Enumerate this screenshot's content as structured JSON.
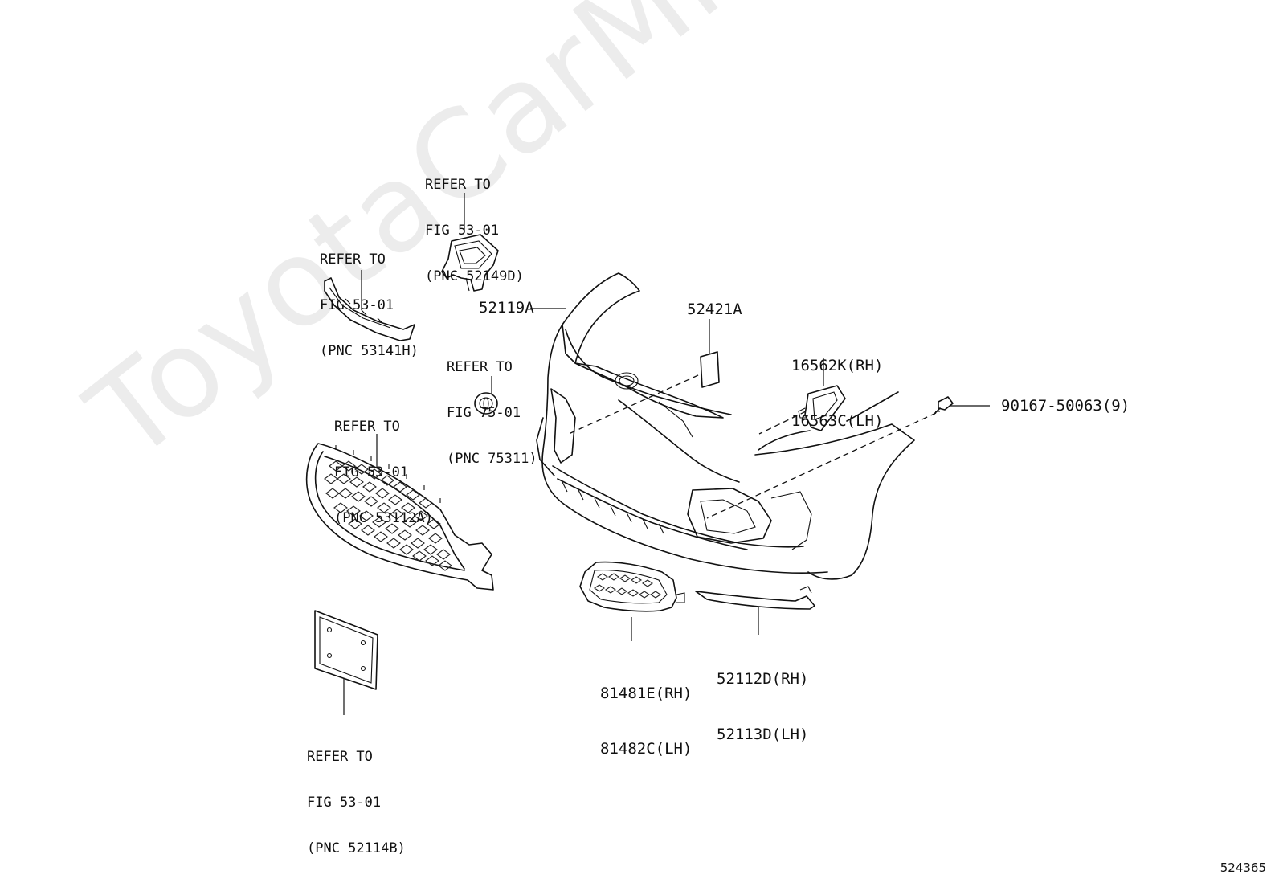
{
  "watermark": "ToyotaCarMine.ru",
  "figure_id": "524365",
  "callouts": {
    "ref_52149d": [
      "REFER TO",
      "FIG 53-01",
      "(PNC 52149D)"
    ],
    "ref_53141h": [
      "REFER TO",
      "FIG 53-01",
      "(PNC 53141H)"
    ],
    "ref_75311": [
      "REFER TO",
      "FIG 75-01",
      "(PNC 75311)"
    ],
    "ref_53112a": [
      "REFER TO",
      "FIG 53-01",
      "(PNC 53112A)"
    ],
    "ref_52114b": [
      "REFER TO",
      "FIG 53-01",
      "(PNC 52114B)"
    ],
    "part_52119a": "52119A",
    "part_52421a": "52421A",
    "part_16562k": [
      "16562K(RH)",
      "16563C(LH)"
    ],
    "part_90167": "90167-50063(9)",
    "part_81481e": [
      "81481E(RH)",
      "81482C(LH)"
    ],
    "part_52112d": [
      "52112D(RH)",
      "52113D(LH)"
    ]
  }
}
